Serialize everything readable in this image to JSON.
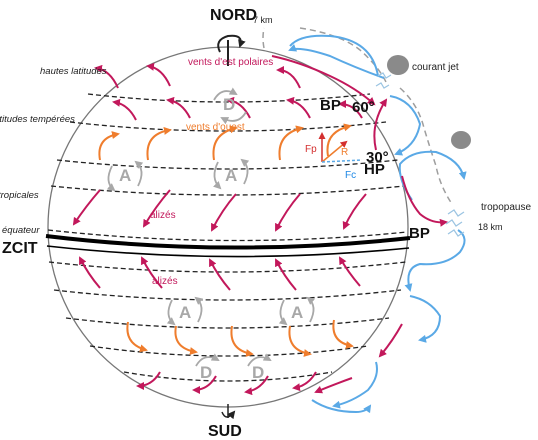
{
  "labels": {
    "north": "NORD",
    "south": "SUD",
    "height_7km": "7 km",
    "height_18km": "18 km",
    "jet_stream": "courant jet",
    "tropopause": "tropopause",
    "lat_60": "60°",
    "lat_30": "30°",
    "bp_60": "BP",
    "hp_30": "HP",
    "bp_eq": "BP",
    "itcz": "ZCIT"
  },
  "zones": {
    "high": "hautes latitudes",
    "temperate": "latitudes tempérées",
    "tropical": "tropicales",
    "equator": "équateur"
  },
  "winds": {
    "polar_easterlies": "vents d'est polaires",
    "westerlies": "vents d'ouest",
    "trades_north": "alizés",
    "trades_south": "alizés"
  },
  "forces": {
    "fp": "Fp",
    "r": "R",
    "fc": "Fc"
  },
  "pressure_marks": {
    "anticyclone": "A",
    "depression": "D"
  },
  "colors": {
    "magenta": "#c2185b",
    "orange": "#ef7d2d",
    "blue": "#5aa9e6",
    "grey": "#9e9e9e",
    "red": "#d32f2f"
  }
}
